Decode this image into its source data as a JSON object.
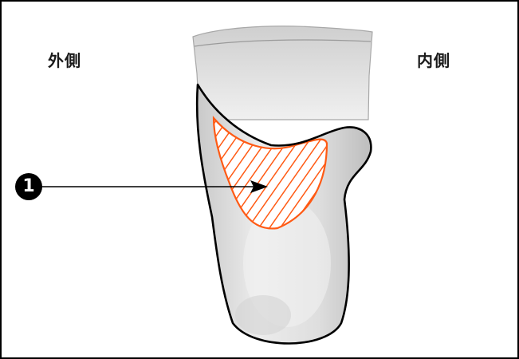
{
  "labels": {
    "lateral": "外側",
    "medial": "内側"
  },
  "callout": {
    "number": "1"
  },
  "colors": {
    "socket_fill": "#e2e2e2",
    "outline": "#000000",
    "hatch": "#ff5a14",
    "marker": "#000000"
  }
}
